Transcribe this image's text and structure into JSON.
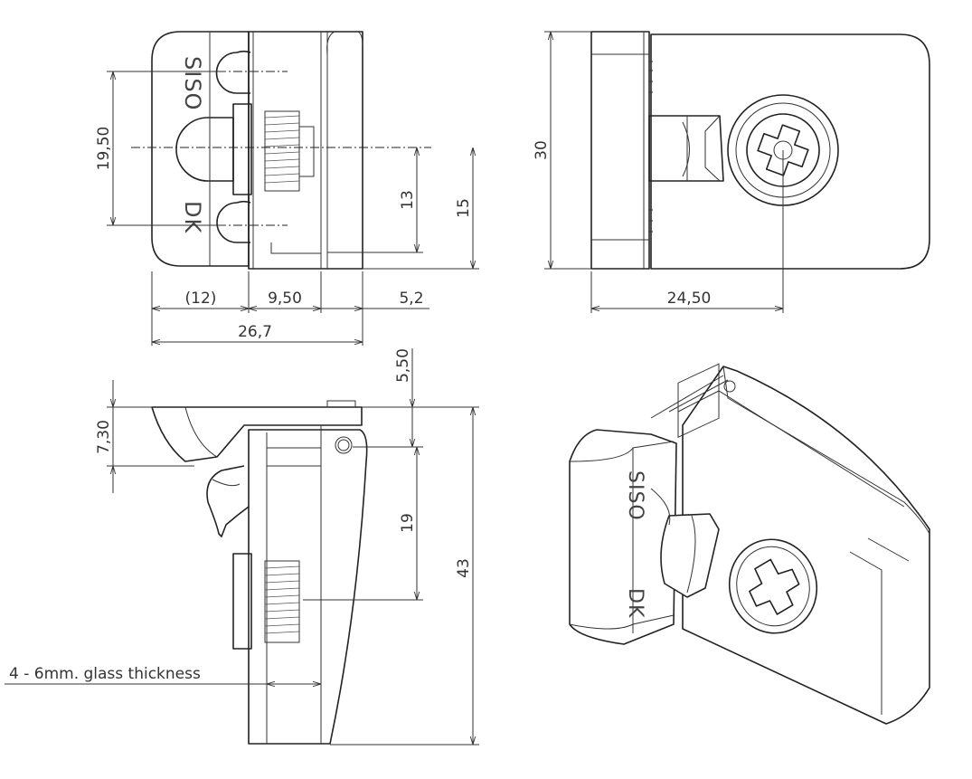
{
  "front_view": {
    "dim_height_holes": "19,50",
    "dim_13": "13",
    "dim_15": "15",
    "dim_12": "(12)",
    "dim_950": "9,50",
    "dim_52": "5,2",
    "dim_267": "26,7",
    "mark_siso": "SISO",
    "mark_dk": "DK"
  },
  "side_view_right": {
    "dim_30": "30",
    "dim_2450": "24,50"
  },
  "section_view": {
    "dim_550": "5,50",
    "dim_730": "7,30",
    "dim_19": "19",
    "dim_43": "43",
    "glass_note": "4 - 6mm. glass thickness"
  },
  "iso_view": {
    "mark_siso": "SISO",
    "mark_dk": "DK"
  }
}
